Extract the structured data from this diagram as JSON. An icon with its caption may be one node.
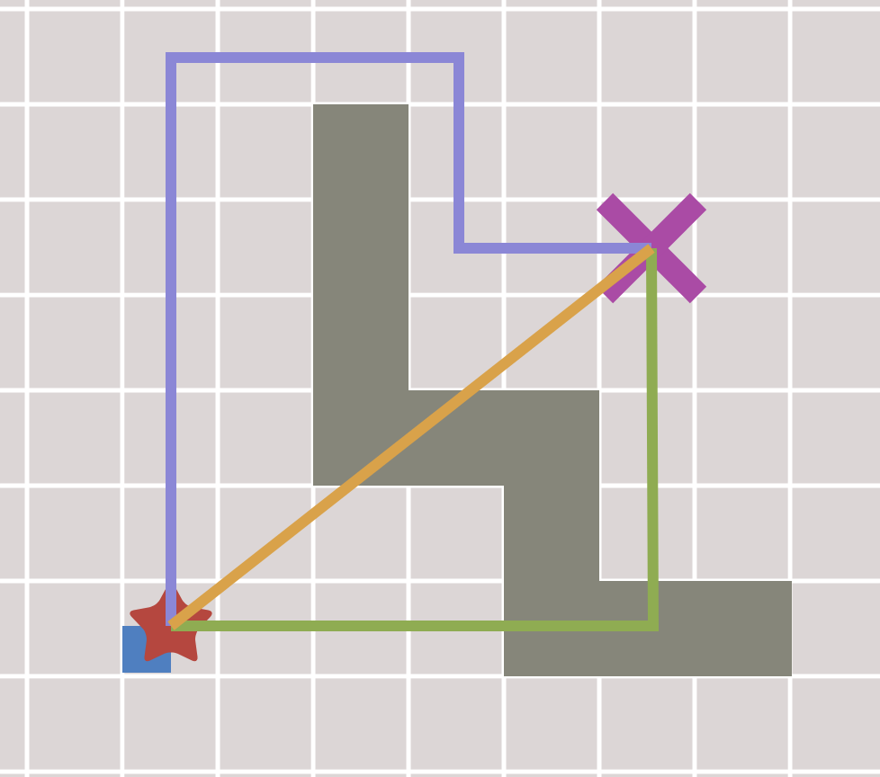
{
  "diagram": {
    "nodes": [
      {
        "text": [],
        "shape": "star"
      },
      {
        "text": [],
        "shape": "cross"
      }
    ],
    "edges": [
      {
        "from": 0,
        "to": 1,
        "arrow": "none",
        "color": "#8b87d6"
      },
      {
        "from": 0,
        "to": 1,
        "arrow": "none",
        "color": "#8fac52"
      },
      {
        "from": 0,
        "to": 1,
        "arrow": "none",
        "color": "#d9a24a"
      }
    ]
  }
}
